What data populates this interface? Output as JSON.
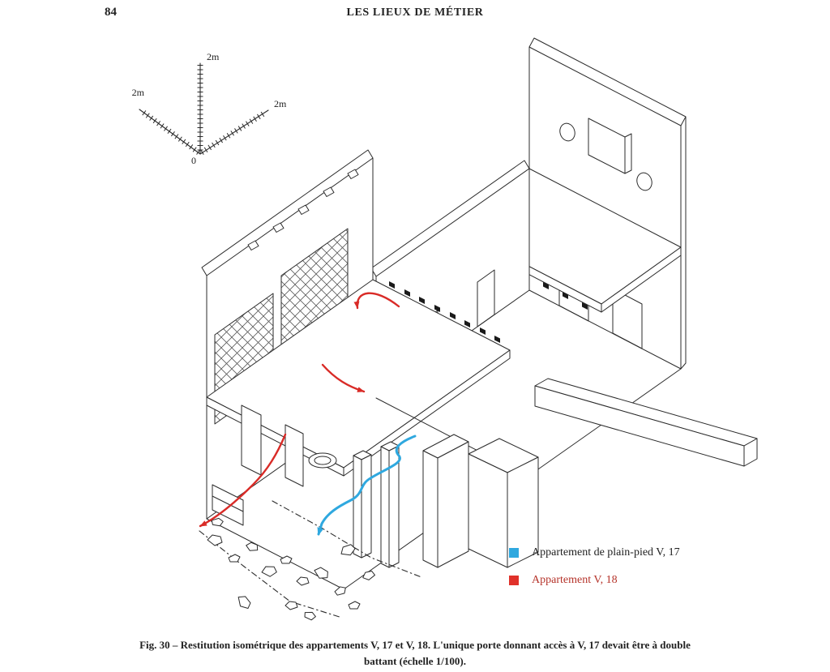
{
  "page": {
    "number": "84",
    "header": "LES LIEUX DE MÉTIER"
  },
  "figure": {
    "scale": {
      "top": "2m",
      "left": "2m",
      "right": "2m",
      "origin": "0"
    },
    "legend": [
      {
        "swatch_color": "#2fa8df",
        "label": "Appartement de plain-pied V, 17",
        "label_color": "#2b2b2b"
      },
      {
        "swatch_color": "#e0312a",
        "label": "Appartement V, 18",
        "label_color": "#b5332a"
      }
    ],
    "caption": {
      "line1": "Fig. 30 – Restitution isométrique des appartements V, 17 et V, 18. L'unique porte donnant accès à V, 17 devait être à double",
      "line2": "battant (échelle 1/100)."
    },
    "drawing_colors": {
      "line": "#2b2b2b",
      "route_v17_blue": "#2fa8df",
      "route_v18_red": "#d92b27"
    }
  }
}
